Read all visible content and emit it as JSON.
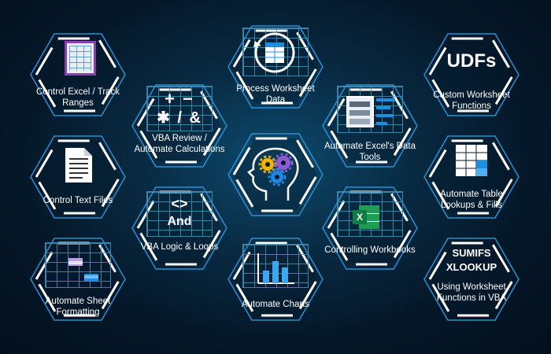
{
  "colors": {
    "hex_stroke": "#ffffff",
    "hex_inner": "#2c8fd0",
    "accent_blue": "#1e8fe0",
    "gear_yellow": "#f0b400",
    "gear_purple": "#8a5cd0",
    "gear_blue": "#1e88e5"
  },
  "cells": {
    "control_excel": {
      "label": "Control Excel / Track Ranges",
      "icon": "spreadsheet-grid-icon"
    },
    "process_data": {
      "label": "Process Worksheet Data",
      "icon": "refresh-table-icon"
    },
    "udfs": {
      "label": "Custom Worksheet Functions",
      "big": "UDFs"
    },
    "vba_review": {
      "label": "VBA Review / Automate Calculations",
      "symbols_top": "+ −",
      "symbols_bottom": "✱ / &"
    },
    "data_tools": {
      "label": "Automate Excel's Data Tools",
      "icon": "data-tools-icon"
    },
    "control_text": {
      "label": "Control Text Files",
      "icon": "text-file-icon"
    },
    "center": {
      "icon": "brain-gears-icon"
    },
    "table_lookups": {
      "label": "Automate Table Lookups & Fills",
      "icon": "table-lookup-icon"
    },
    "vba_logic": {
      "label": "VBA Logic & Loops",
      "code_top": "<>",
      "code_bottom": "And"
    },
    "controlling_workbooks": {
      "label": "Controlling Workbooks",
      "icon": "excel-workbook-icon",
      "excel_letter": "X"
    },
    "sheet_formatting": {
      "label": "Automate Sheet Formatting",
      "icon": "formatting-grid-icon"
    },
    "charts": {
      "label": "Automate Charts",
      "icon": "bar-chart-icon"
    },
    "worksheet_functions": {
      "label": "Using Worksheet Functions in VBA",
      "fn1": "SUMIFS",
      "fn2": "XLOOKUP"
    }
  }
}
